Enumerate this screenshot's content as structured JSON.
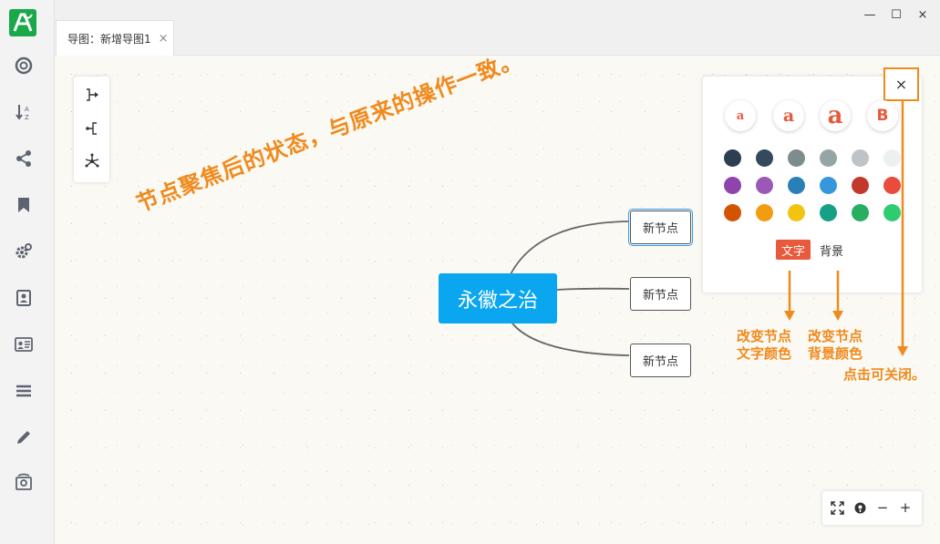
{
  "tabs": [
    {
      "label": "导图：新增导图1",
      "close": "×"
    }
  ],
  "window": {
    "minimize": "—",
    "maximize": "☐",
    "close": "×"
  },
  "sidebar": {
    "items": [
      {
        "icon": "lifebuoy-icon"
      },
      {
        "icon": "sort-az-icon"
      },
      {
        "icon": "share-icon"
      },
      {
        "icon": "bookmark-icon"
      },
      {
        "icon": "settings-icon"
      },
      {
        "icon": "contacts-icon"
      },
      {
        "icon": "id-card-icon"
      },
      {
        "icon": "menu-icon"
      },
      {
        "icon": "pencil-icon"
      },
      {
        "icon": "image-export-icon"
      }
    ]
  },
  "layout_panel": {
    "items": [
      {
        "icon": "layout-right-icon"
      },
      {
        "icon": "layout-left-icon"
      },
      {
        "icon": "layout-radial-icon"
      }
    ]
  },
  "annotation_main": "节点聚焦后的状态，与原来的操作一致。",
  "mindmap": {
    "root": "永徽之治",
    "children": [
      "新节点",
      "新节点",
      "新节点"
    ],
    "focused_index": 0
  },
  "style_panel": {
    "close": "×",
    "font_buttons": [
      "a",
      "a",
      "a",
      "B"
    ],
    "colors": [
      "#2c3e50",
      "#34495e",
      "#7f8c8d",
      "#95a5a6",
      "#bdc3c7",
      "#ecf0f1",
      "#8e44ad",
      "#9b59b6",
      "#2980b9",
      "#3498db",
      "#c0392b",
      "#e74c3c",
      "#d35400",
      "#f39c12",
      "#f1c40f",
      "#16a085",
      "#27ae60",
      "#2ecc71"
    ],
    "mode_text": "文字",
    "mode_bg": "背景"
  },
  "annotations": {
    "text_color_line1": "改变节点",
    "text_color_line2": "文字颜色",
    "bg_color_line1": "改变节点",
    "bg_color_line2": "背景颜色",
    "close_hint": "点击可关闭。"
  },
  "accent_color": "#f08a1d",
  "zoom_bar": {
    "items": [
      {
        "icon": "fit-screen-icon"
      },
      {
        "icon": "locate-icon"
      },
      {
        "label": "−"
      },
      {
        "label": "+"
      }
    ]
  }
}
